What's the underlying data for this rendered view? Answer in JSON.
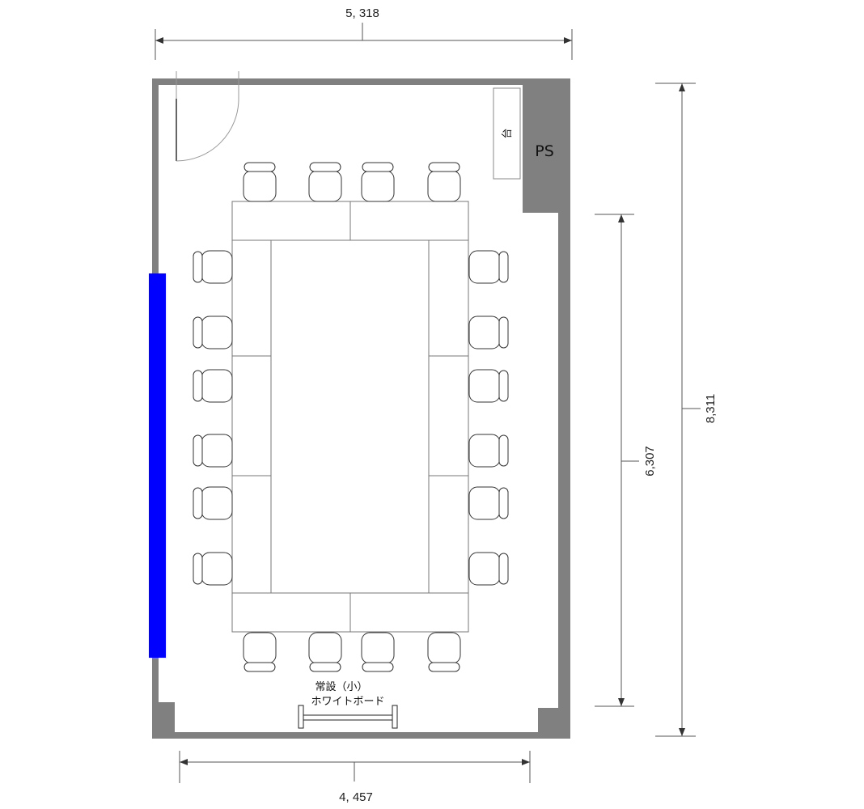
{
  "dimensions": {
    "top_width": "5, 318",
    "bottom_width": "4, 457",
    "inner_height": "6,307",
    "outer_height": "8,311"
  },
  "labels": {
    "ps": "PS",
    "side_table": "台",
    "whiteboard_line1": "常設（小）",
    "whiteboard_line2": "ホワイトボード"
  },
  "colors": {
    "wall": "#808080",
    "window": "#0000ff"
  },
  "seating": {
    "top_chairs": 4,
    "bottom_chairs": 4,
    "left_chairs": 6,
    "right_chairs": 6
  }
}
